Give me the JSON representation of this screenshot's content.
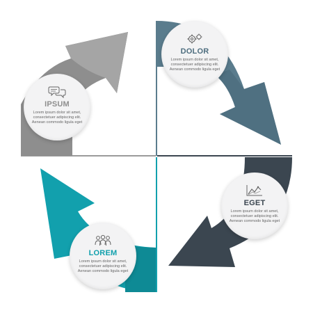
{
  "colors": {
    "dolor": "#5a7c8d",
    "dolor_dark": "#4e6e7f",
    "ipsum": "#8e8e8e",
    "ipsum_light": "#a5a5a5",
    "eget": "#3b4650",
    "lorem": "#12a0ad",
    "divider": "#9a9a9a"
  },
  "steps": {
    "dolor": {
      "icon": "gears-icon",
      "title": "DOLOR",
      "text": "Lorem ipsum dolor sit amet, consectetuer adipiscing elit. Aenean commodo ligula eget"
    },
    "ipsum": {
      "icon": "chat-bubbles-icon",
      "title": "IPSUM",
      "text": "Lorem ipsum dolor sit amet, consectetuer adipiscing elit. Aenean commodo ligula eget"
    },
    "eget": {
      "icon": "line-chart-icon",
      "title": "EGET",
      "text": "Lorem ipsum dolor sit amet, consectetuer adipiscing elit. Aenean commodo ligula eget"
    },
    "lorem": {
      "icon": "team-icon",
      "title": "LOREM",
      "text": "Lorem ipsum dolor sit amet, consectetuer adipiscing elit. Aenean commodo ligula eget"
    }
  }
}
